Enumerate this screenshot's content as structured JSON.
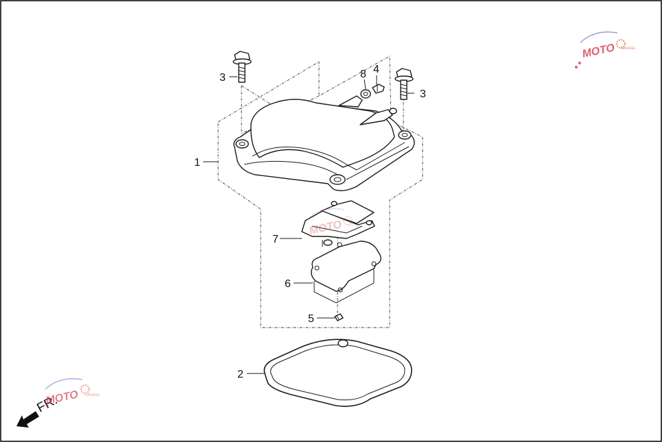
{
  "callouts": {
    "c1": "1",
    "c2": "2",
    "c3a": "3",
    "c3b": "3",
    "c4": "4",
    "c5": "5",
    "c6": "6",
    "c7": "7",
    "c8": "8"
  },
  "direction": {
    "label": "FR.",
    "icon": "arrow-icon"
  },
  "watermark": {
    "text": "MOTO",
    "sub": "GARAGE",
    "colors": {
      "primary": "#d9475a",
      "secondary": "#8a8fd6",
      "gear": "#e07a5f"
    }
  }
}
